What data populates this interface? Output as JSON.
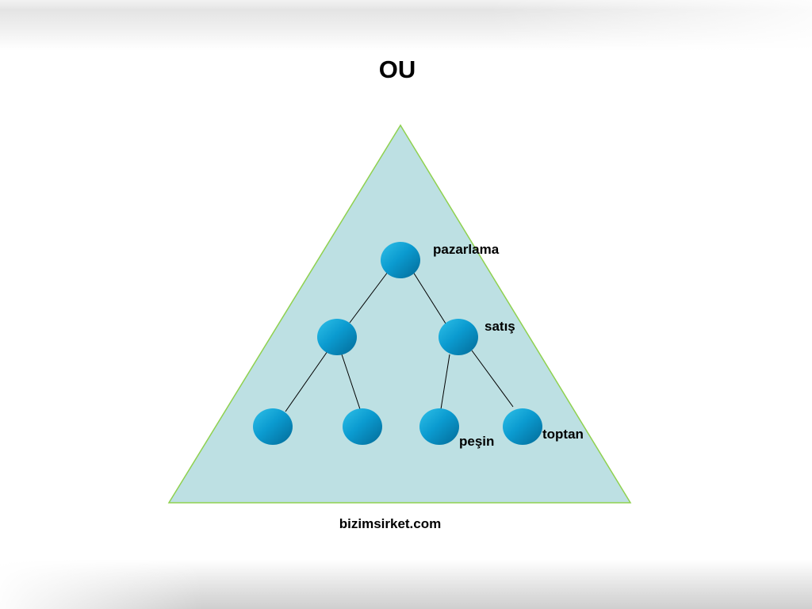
{
  "slide": {
    "title": "OU"
  },
  "diagram": {
    "domain_label": "bizimsirket.com",
    "node_labels": {
      "root": "pazarlama",
      "right_child": "satış",
      "leaf_3": "peşin",
      "leaf_4": "toptan"
    },
    "colors": {
      "triangle_fill": "#bde0e3",
      "triangle_stroke": "#8fd14f",
      "node_light": "#2fc0e8",
      "node_dark": "#036a97",
      "edge": "#000000"
    }
  }
}
